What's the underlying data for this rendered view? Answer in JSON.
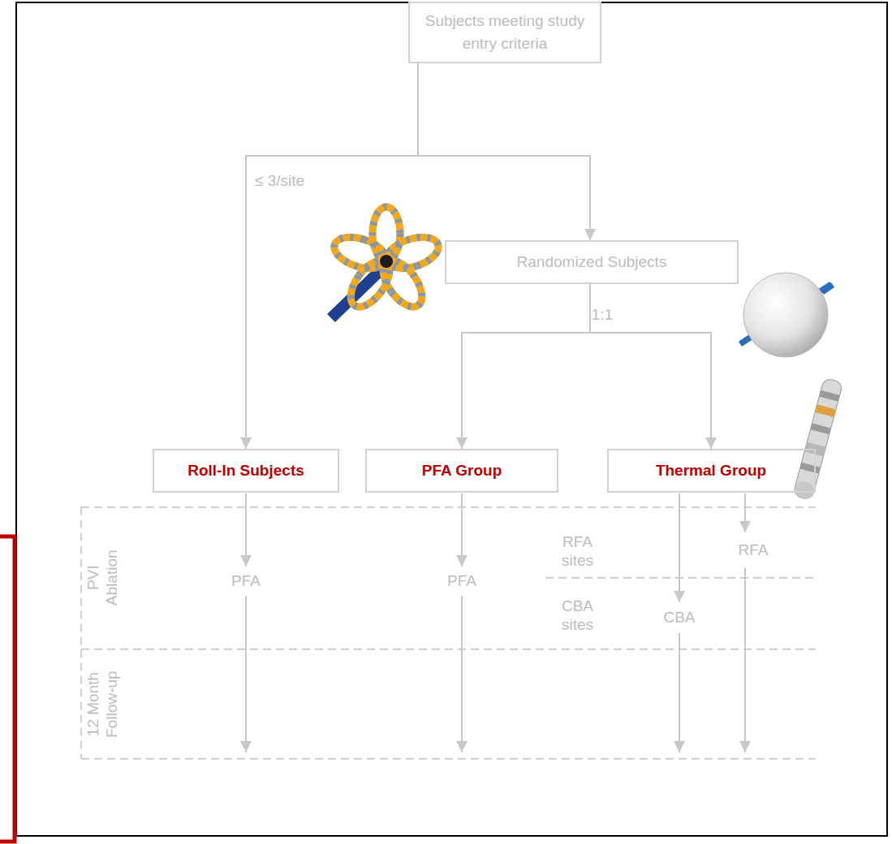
{
  "diagram": {
    "nodes": [
      {
        "text": [
          "Subjects meeting study entry criteria"
        ]
      },
      {
        "text": [
          "Randomized Subjects"
        ]
      },
      {
        "text": [
          "Roll-In Subjects"
        ]
      },
      {
        "text": [
          "PFA Group"
        ]
      },
      {
        "text": [
          "Thermal Group"
        ]
      }
    ],
    "edges": [
      {
        "from": 0,
        "to": 2,
        "arrow": "to",
        "label": "≤ 3/site"
      },
      {
        "from": 0,
        "to": 1,
        "arrow": "to"
      },
      {
        "from": 1,
        "to": 3,
        "arrow": "to"
      },
      {
        "from": 1,
        "to": 4,
        "arrow": "to"
      }
    ],
    "labels": [
      "1:1",
      "PFA",
      "PFA",
      "RFA sites",
      "RFA",
      "CBA sites",
      "CBA",
      "PVI Ablation",
      "12 Month Follow-up"
    ]
  }
}
